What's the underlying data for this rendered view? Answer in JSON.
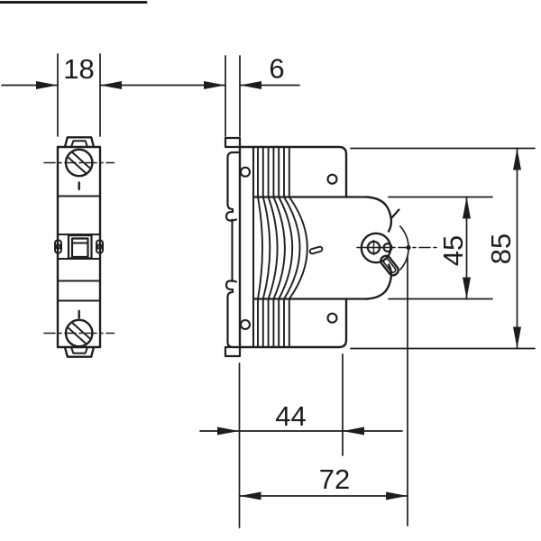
{
  "meta": {
    "title": "Technical dimension drawing - 1-module DIN-rail circuit breaker (front and side view)",
    "background": "#ffffff",
    "line_color": "#1f1f1f"
  },
  "dimensions": {
    "module_width": "18",
    "rail_tab_depth": "6",
    "body_depth": "44",
    "total_depth": "72",
    "front_section_height": "45",
    "total_height": "85"
  }
}
